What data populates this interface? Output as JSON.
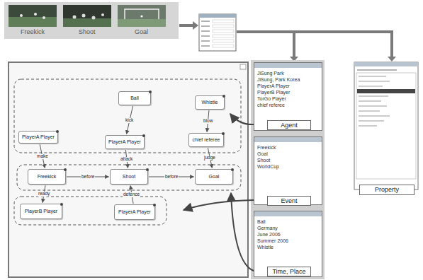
{
  "diagram": {
    "nodes": [
      {
        "text": [
          "Ball"
        ]
      },
      {
        "text": [
          "Whistle"
        ]
      },
      {
        "text": [
          "PlayerA Player"
        ]
      },
      {
        "text": [
          "PlayerA Player"
        ]
      },
      {
        "text": [
          "chief referee"
        ]
      },
      {
        "text": [
          "Freekick"
        ]
      },
      {
        "text": [
          "Shoot"
        ]
      },
      {
        "text": [
          "Goal"
        ]
      },
      {
        "text": [
          "PlayerB Player"
        ]
      },
      {
        "text": [
          "PlayerA Player"
        ]
      },
      {
        "text": [
          "JiSung Park",
          "JiSung, Park Korea",
          "PlayerA Player",
          "PlayerB Player",
          "TorGo Player",
          "chief referee"
        ]
      },
      {
        "text": [
          "Agent"
        ],
        "in": 10
      },
      {
        "text": [
          "Freekick",
          "Goal",
          "Shoot",
          "WorldCup"
        ]
      },
      {
        "text": [
          "Event"
        ],
        "in": 12
      },
      {
        "text": [
          "Ball",
          "Germany",
          "June 2006",
          "Summer 2006",
          "Whistle"
        ]
      },
      {
        "text": [
          "Time, Place"
        ],
        "in": 14
      },
      {
        "text": [
          "Property"
        ]
      }
    ],
    "edges": [
      {
        "from": 0,
        "to": 3,
        "label": "kick",
        "arrow": "to"
      },
      {
        "from": 1,
        "to": 4,
        "label": "blow",
        "arrow": "to"
      },
      {
        "from": 2,
        "to": 5,
        "label": "make",
        "arrow": "to"
      },
      {
        "from": 3,
        "to": 6,
        "label": "attack",
        "arrow": "to"
      },
      {
        "from": 4,
        "to": 7,
        "label": "judge",
        "arrow": "to"
      },
      {
        "from": 5,
        "to": 6,
        "label": "before",
        "arrow": "to"
      },
      {
        "from": 6,
        "to": 7,
        "label": "before",
        "arrow": "to"
      },
      {
        "from": 5,
        "to": 8,
        "label": "ready",
        "arrow": "to"
      },
      {
        "from": 9,
        "to": 6,
        "label": "defence",
        "arrow": "to"
      }
    ],
    "labels": [
      "Freekick",
      "Shoot",
      "Goal"
    ]
  }
}
